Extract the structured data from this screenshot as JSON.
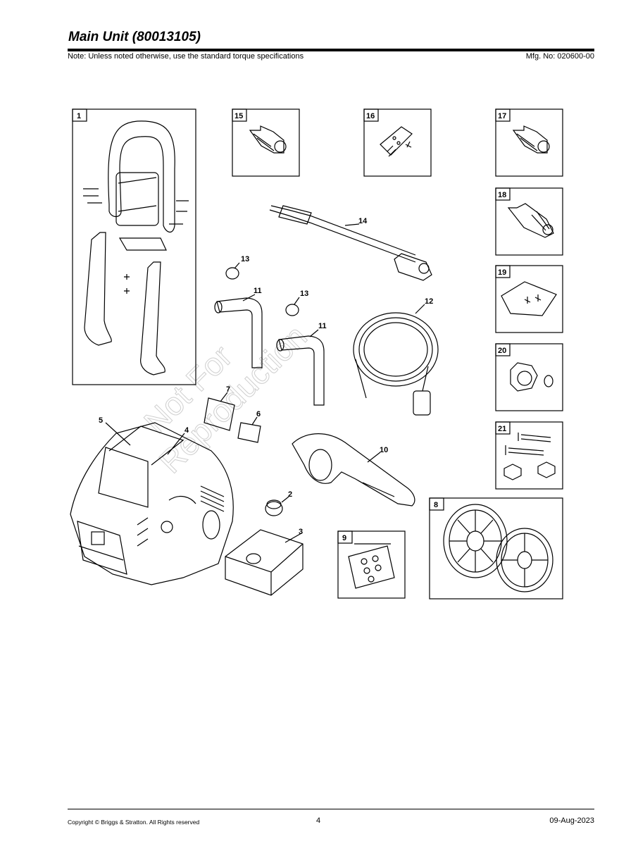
{
  "header": {
    "title": "Main Unit (80013105)",
    "note": "Note: Unless noted otherwise, use the standard torque specifications",
    "mfg": "Mfg. No: 020600-00"
  },
  "footer": {
    "copyright": "Copyright ©  Briggs & Stratton. All Rights reserved",
    "page": "4",
    "date": "09-Aug-2023"
  },
  "watermark": {
    "line1": "Not For",
    "line2": "Reproduction"
  },
  "boxes": {
    "b1": "1",
    "b15": "15",
    "b16": "16",
    "b17": "17",
    "b18": "18",
    "b19": "19",
    "b20": "20",
    "b21": "21",
    "b8": "8",
    "b9": "9"
  },
  "callouts": {
    "c14": "14",
    "c13a": "13",
    "c11a": "11",
    "c13b": "13",
    "c11b": "11",
    "c12": "12",
    "c7": "7",
    "c6": "6",
    "c5": "5",
    "c4": "4",
    "c10": "10",
    "c2": "2",
    "c3": "3"
  }
}
